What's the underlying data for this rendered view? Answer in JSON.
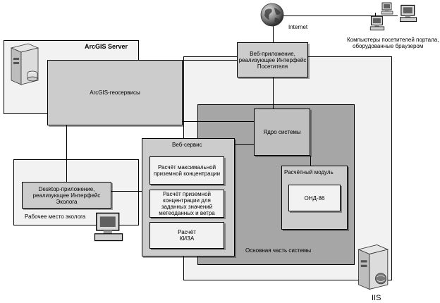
{
  "labels": {
    "internet": "Internet",
    "visitor_computers_1": "Компьютеры посетителей портала,",
    "visitor_computers_2": "оборудованные браузером",
    "arcgis_server": "ArcGIS Server",
    "web_app_1": "Веб-приложение,",
    "web_app_2": "реализующее Интерфейс",
    "web_app_3": "Посетителя",
    "arcgis_geoservices": "ArcGIS-геосервисы",
    "system_core": "Ядро системы",
    "web_service": "Веб-сервис",
    "calc_max_1": "Расчёт максимальной",
    "calc_max_2": "приземной концентрации",
    "calc_ground_1": "Расчёт приземной",
    "calc_ground_2": "концентрации для",
    "calc_ground_3": "заданных значений",
    "calc_ground_4": "метеоданных и ветра",
    "calc_kiza_1": "Расчёт",
    "calc_kiza_2": "КИЗА",
    "calc_module": "Расчётный модуль",
    "ond86": "ОНД-86",
    "desktop_1": "Desktop-приложение,",
    "desktop_2": "реализующее Интерфейс",
    "desktop_3": "Эколога",
    "ecologist_workplace": "Рабочее место эколога",
    "main_part": "Основная часть системы",
    "iis": "IIS"
  },
  "icons": {
    "globe": "globe-icon",
    "workstation": "computer-icon",
    "server": "server-icon"
  },
  "colors": {
    "outer_light": "#f2f2f2",
    "mid_gray": "#cccccc",
    "dark_gray": "#a6a6a6",
    "core_box": "#bfbfbf"
  }
}
